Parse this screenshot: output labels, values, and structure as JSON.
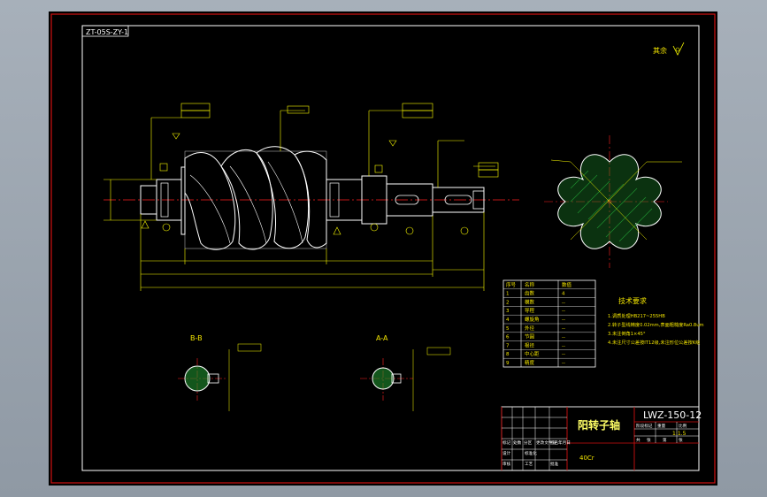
{
  "drawing": {
    "corner_code": "ZT-05S-ZY-1",
    "roughness_note": "其余",
    "drawing_number": "LWZ-150-12",
    "part_name": "阳转子轴",
    "section_label_a": "B-B",
    "section_label_b": "A-A",
    "tech_req_title": "技术要求",
    "tech_requirements": [
      "1.调质处理HB217~255HB",
      "2.转子型线精度0.02mm,表面粗糙度Ra0.8um",
      "3.未注倒角1×45°",
      "4.未注尺寸公差按IT12级,未注形位公差按K级"
    ],
    "scale": "1:1.5",
    "material": "40Cr",
    "title_block_cells": [
      "标记",
      "处数",
      "分区",
      "更改文件号",
      "签名",
      "年月日",
      "设计",
      "标准化",
      "审核",
      "工艺",
      "批准",
      "阶段标记",
      "重量",
      "比例",
      "共",
      "张",
      "第",
      "张"
    ],
    "param_table_headers": [
      "序号",
      "名称",
      "数值"
    ],
    "param_table_rows": [
      [
        "1",
        "齿数",
        "4"
      ],
      [
        "2",
        "模数",
        "--"
      ],
      [
        "3",
        "导程",
        "--"
      ],
      [
        "4",
        "螺旋角",
        "--"
      ],
      [
        "5",
        "外径",
        "--"
      ],
      [
        "6",
        "节圆",
        "--"
      ],
      [
        "7",
        "根径",
        "--"
      ],
      [
        "8",
        "中心距",
        "--"
      ],
      [
        "9",
        "精度",
        "--"
      ]
    ]
  },
  "colors": {
    "frame_red": "#d01010",
    "line_white": "#ffffff",
    "dim_yellow": "#ffff00",
    "center_red": "#ff2020",
    "hatch_green": "#1f8f2f",
    "text_yellow": "#f2e400"
  }
}
